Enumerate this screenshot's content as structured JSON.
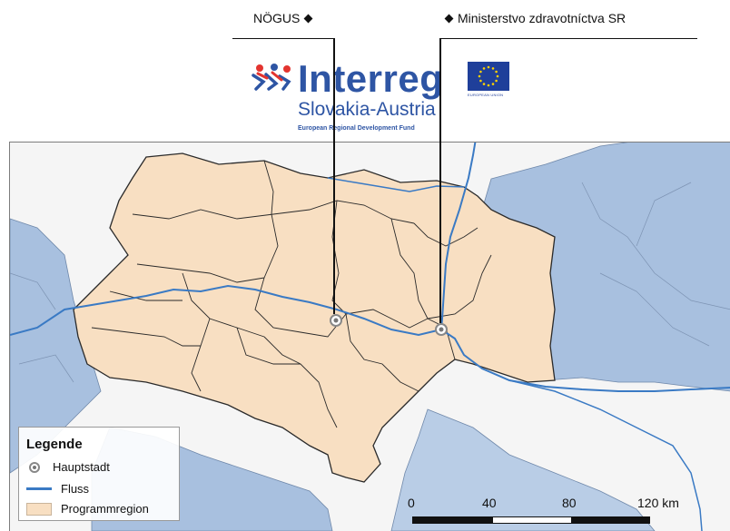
{
  "callouts": [
    {
      "label": "NÖGUS"
    },
    {
      "label": "Ministerstvo zdravotníctva SR"
    }
  ],
  "header": {
    "wordmark": "Interreg",
    "programme": "Slovakia-Austria",
    "fund": "European Regional Development Fund",
    "eu_label": "EUROPEAN UNION"
  },
  "legend": {
    "title": "Legende",
    "items": [
      {
        "label": "Hauptstadt",
        "icon": "capital-marker-icon"
      },
      {
        "label": "Fluss",
        "icon": "river-line-icon"
      },
      {
        "label": "Programmregion",
        "icon": "region-swatch-icon"
      }
    ]
  },
  "scale_bar": {
    "ticks": [
      "0",
      "40",
      "80",
      "120 km"
    ]
  },
  "colors": {
    "programme_region": "#f8dfc2",
    "water": "#a8c0df",
    "river": "#3a7ac4",
    "region_border": "#2a2a2a",
    "brand_blue": "#2e55a4",
    "eu_blue": "#1f3f9a",
    "eu_stars": "#ffd200"
  }
}
